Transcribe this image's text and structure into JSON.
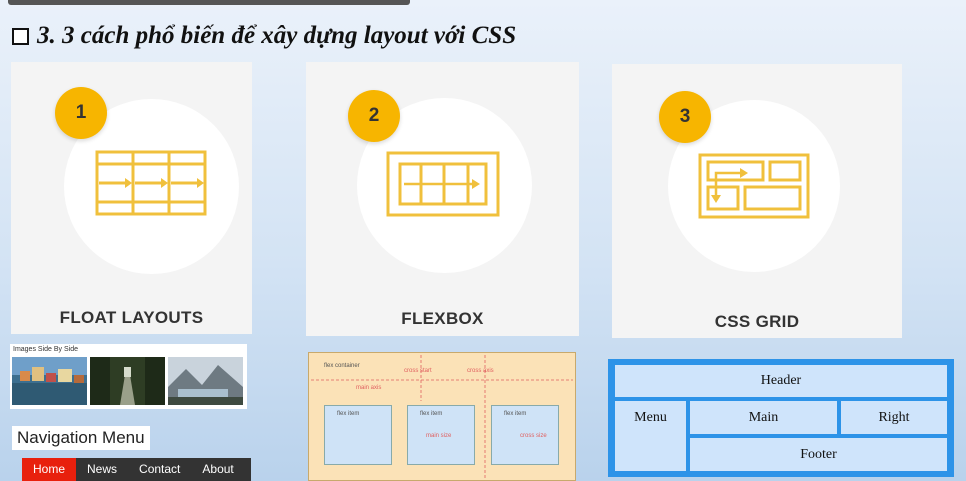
{
  "heading": {
    "text": "3. 3 cách phổ biến để xây dựng layout với CSS"
  },
  "cards": [
    {
      "number": "1",
      "label": "FLOAT LAYOUTS"
    },
    {
      "number": "2",
      "label": "FLEXBOX"
    },
    {
      "number": "3",
      "label": "CSS GRID"
    }
  ],
  "float_example": {
    "title": "Images Side By Side",
    "nav_title": "Navigation Menu",
    "nav_items": [
      "Home",
      "News",
      "Contact",
      "About"
    ]
  },
  "flex_diagram": {
    "container": "flex container",
    "cross_start": "cross start",
    "cross_axis": "cross axis",
    "main_axis": "main axis",
    "items": [
      "flex item",
      "flex item",
      "flex item"
    ],
    "main_size": "main size",
    "cross_size": "cross size"
  },
  "grid_example": {
    "header": "Header",
    "menu": "Menu",
    "main": "Main",
    "right": "Right",
    "footer": "Footer"
  },
  "colors": {
    "accent_yellow": "#f7b500",
    "icon_gold": "#f0c03c",
    "grid_blue": "#2d93e8",
    "nav_active": "#e8200d"
  }
}
